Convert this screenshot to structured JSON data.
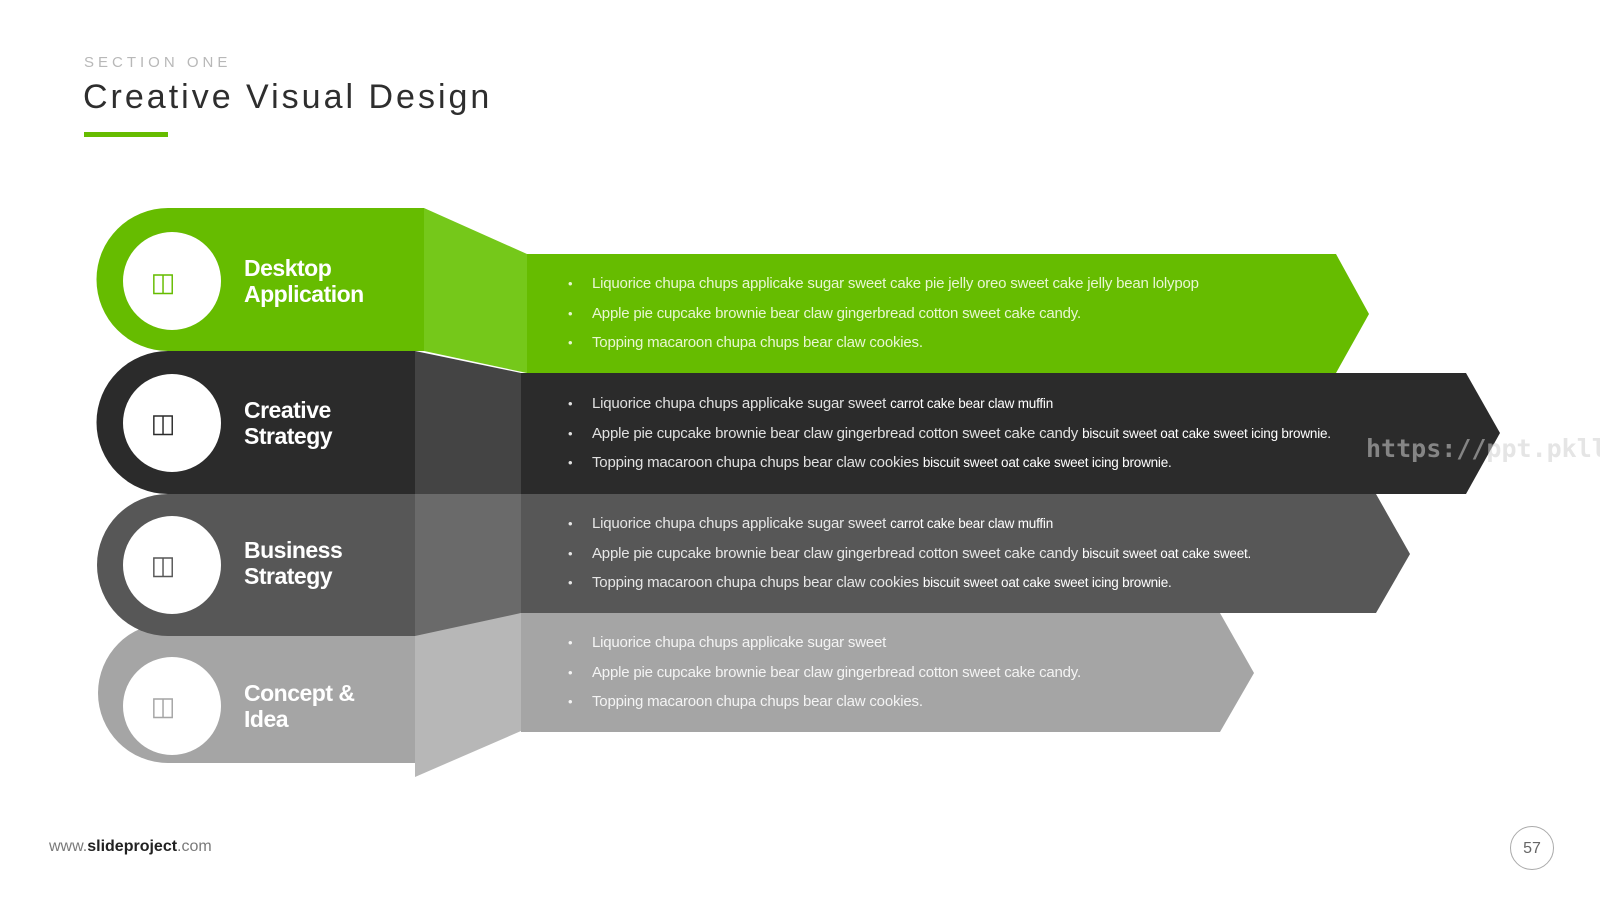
{
  "header": {
    "section_label": "SECTION ONE",
    "title": "Creative Visual Design",
    "accent_color": "#66bc00"
  },
  "rows": [
    {
      "title_line1": "Desktop",
      "title_line2": "Application",
      "icon": "placeholder-icon",
      "color": "#66bc00",
      "bullets": [
        {
          "text": "Liquorice chupa chups applicake  sugar sweet cake pie jelly oreo sweet cake jelly bean lolypop",
          "extra": ""
        },
        {
          "text": "Apple pie cupcake brownie bear claw gingerbread cotton sweet cake candy.",
          "extra": ""
        },
        {
          "text": "Topping macaroon chupa chups bear claw  cookies.",
          "extra": ""
        }
      ]
    },
    {
      "title_line1": "Creative",
      "title_line2": "Strategy",
      "icon": "placeholder-icon",
      "color": "#2b2b2b",
      "bullets": [
        {
          "text": "Liquorice chupa chups applicake  sugar sweet ",
          "extra": "carrot cake bear claw muffin"
        },
        {
          "text": "Apple pie cupcake brownie bear claw gingerbread cotton sweet cake candy ",
          "extra": "biscuit sweet oat cake sweet icing brownie."
        },
        {
          "text": "Topping macaroon chupa chups bear claw  cookies ",
          "extra": "biscuit sweet oat cake sweet icing brownie."
        }
      ]
    },
    {
      "title_line1": "Business",
      "title_line2": "Strategy",
      "icon": "placeholder-icon",
      "color": "#575757",
      "bullets": [
        {
          "text": "Liquorice chupa chups applicake  sugar sweet ",
          "extra": "carrot cake bear claw muffin"
        },
        {
          "text": "Apple pie cupcake brownie bear claw gingerbread cotton sweet cake candy ",
          "extra": "biscuit sweet oat cake sweet."
        },
        {
          "text": "Topping macaroon chupa chups bear claw  cookies ",
          "extra": "biscuit sweet oat cake sweet icing brownie."
        }
      ]
    },
    {
      "title_line1": "Concept &",
      "title_line2": "Idea",
      "icon": "placeholder-icon",
      "color": "#a5a5a5",
      "bullets": [
        {
          "text": "Liquorice chupa chups applicake  sugar sweet",
          "extra": ""
        },
        {
          "text": "Apple pie cupcake brownie bear claw gingerbread cotton sweet cake candy.",
          "extra": ""
        },
        {
          "text": "Topping macaroon chupa chups bear claw  cookies.",
          "extra": ""
        }
      ]
    }
  ],
  "footer": {
    "url_prefix": "www.",
    "url_brand": "slideproject",
    "url_suffix": ".com",
    "page_number": "57"
  },
  "watermark": "https://ppt.pkll.de"
}
